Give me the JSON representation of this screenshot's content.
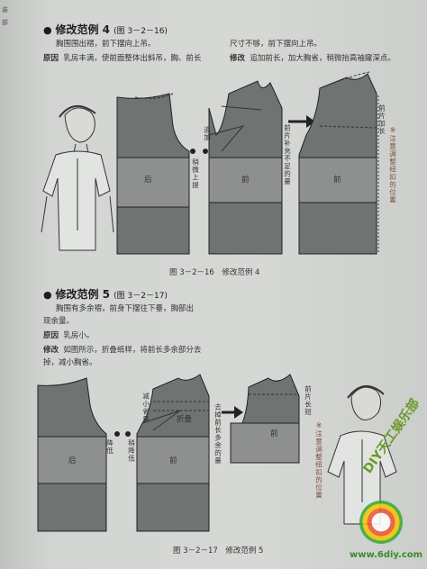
{
  "margin": {
    "m1": "装",
    "m2": "部"
  },
  "section4": {
    "title": "修改范例 4",
    "ref": "(图 3－2－16)",
    "intro1": "胸围围出褶，前下摆向上吊。",
    "intro2": "尺寸不够，前下摆向上吊。",
    "cause_label": "原因",
    "cause": "乳房丰满，使前面整体出斜吊，胸、前长",
    "fix_label": "修改",
    "fix": "追加前长，加大胸省，稍微抬高袖窿深点。",
    "labels": {
      "back": "后",
      "front": "前",
      "front2": "前",
      "zhuijia": "追加",
      "shangti": "稍微上提",
      "qianpian": "前片补充不足的量",
      "qianpian2": "前片加长",
      "note": "※注意调整纽扣的位置"
    },
    "caption": "图 3－2－16　修改范例 4"
  },
  "section5": {
    "title": "修改范例 5",
    "ref": "(图 3－2－17)",
    "intro1": "胸围有多余褶，前身下摆往下垂，胸部出",
    "intro2": "现余量。",
    "cause_label": "原因",
    "cause": "乳房小。",
    "fix_label": "修改",
    "fix1": "如图所示，折叠纸样，将前长多余部分去",
    "fix2": "掉，减小胸省。",
    "labels": {
      "back": "后",
      "front": "前",
      "front2": "前",
      "jianxiao": "减小省量",
      "zhedie": "折叠",
      "jiangdi": "降低",
      "shaojiang": "稍降低",
      "qudiao": "去掉前长多余的量",
      "qianpian": "前片长短",
      "note": "※注意调整纽扣的位置"
    },
    "caption": "图 3－2－17　修改范例 5"
  },
  "watermark": {
    "text": "DIY天工娱乐部",
    "url": "www.6diy.com"
  }
}
